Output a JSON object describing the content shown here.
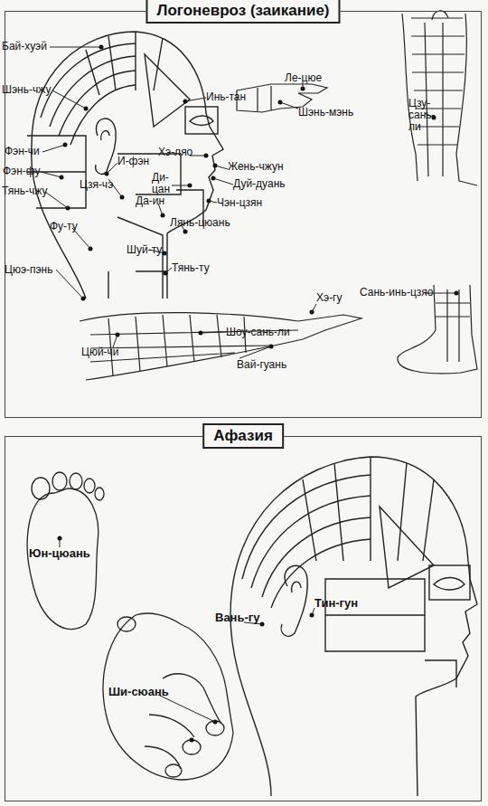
{
  "diagram": {
    "nodes": [
      {
        "text": [
          "Логоневроз (заикание)"
        ]
      },
      {
        "text": [
          "Афазия"
        ]
      }
    ],
    "labels": [
      "Бай-хуэй",
      "Шэнь-чжу",
      "Инь-тан",
      "Ле-цюе",
      "Шэнь-мэнь",
      "Цзу-сань-ли",
      "Фэн-чи",
      "Фэн-фу",
      "Тянь-чжу",
      "И-фэн",
      "Цзя-чэ",
      "Хэ-ляо",
      "Жень-чжун",
      "Ди-цан",
      "Дуй-дуань",
      "Чэн-цзян",
      "Да-ин",
      "Лянь-цюань",
      "Фу-ту",
      "Цюэ-пэнь",
      "Шуй-ту",
      "Тянь-ту",
      "Хэ-гу",
      "Сань-инь-цзяо",
      "Шоу-сань-ли",
      "Цюй-чи",
      "Вай-гуань",
      "Юн-цюань",
      "Ши-сюань",
      "Вань-гу",
      "Тин-гун"
    ]
  }
}
